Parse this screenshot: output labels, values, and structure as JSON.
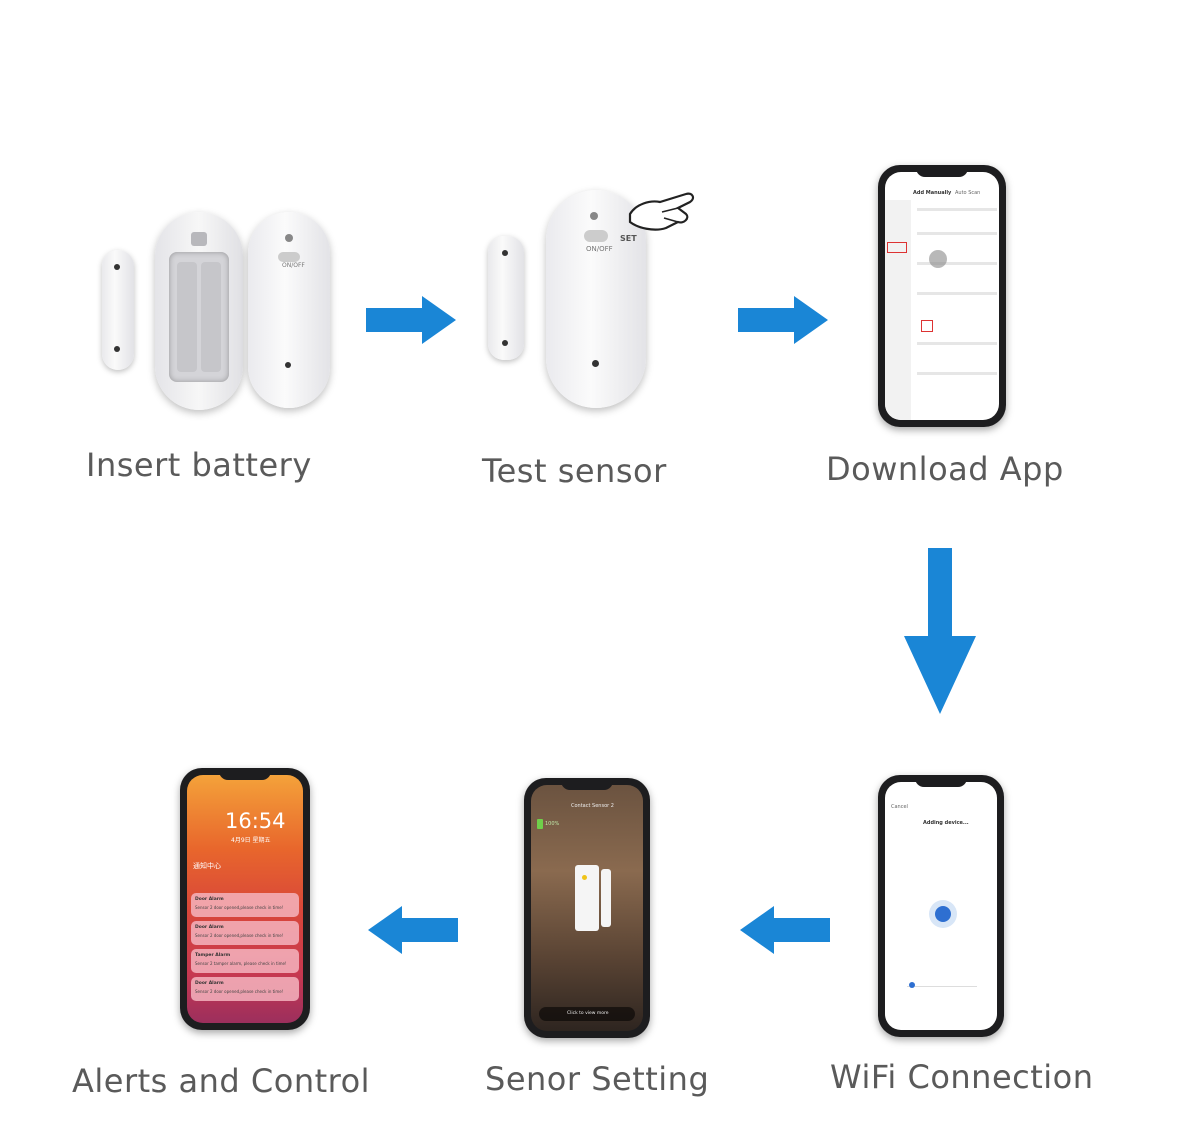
{
  "steps": {
    "insert_battery": "Insert battery",
    "test_sensor": "Test sensor",
    "download_app": "Download App",
    "wifi_connection": "WiFi Connection",
    "sensor_setting": "Senor Setting",
    "alerts_control": "Alerts and Control"
  },
  "device_labels": {
    "set": "SET",
    "on_off": "ON/OFF"
  },
  "app_screen": {
    "header": "Add Manually",
    "tab2": "Auto Scan"
  },
  "wifi_screen": {
    "cancel": "Cancel",
    "title": "Adding device..."
  },
  "setting_screen": {
    "title": "Contact Sensor 2",
    "battery": "100%",
    "footer": "Click to view more"
  },
  "lock_screen": {
    "time": "16:54",
    "date": "4月9日 星期五",
    "notif_center": "通知中心",
    "alert1_title": "Door Alarm",
    "alert1_text": "Sensor 2 door opened,please check in time!",
    "alert2_title": "Door Alarm",
    "alert2_text": "Sensor 2 door opened,please check in time!",
    "alert3_title": "Tamper Alarm",
    "alert3_text": "Sensor 2 tamper alarm, please check in time!",
    "alert4_title": "Door Alarm",
    "alert4_text": "Sensor 2 door opened,please check in time!"
  },
  "colors": {
    "arrow": "#1a86d6",
    "caption": "#5a5a5a"
  }
}
